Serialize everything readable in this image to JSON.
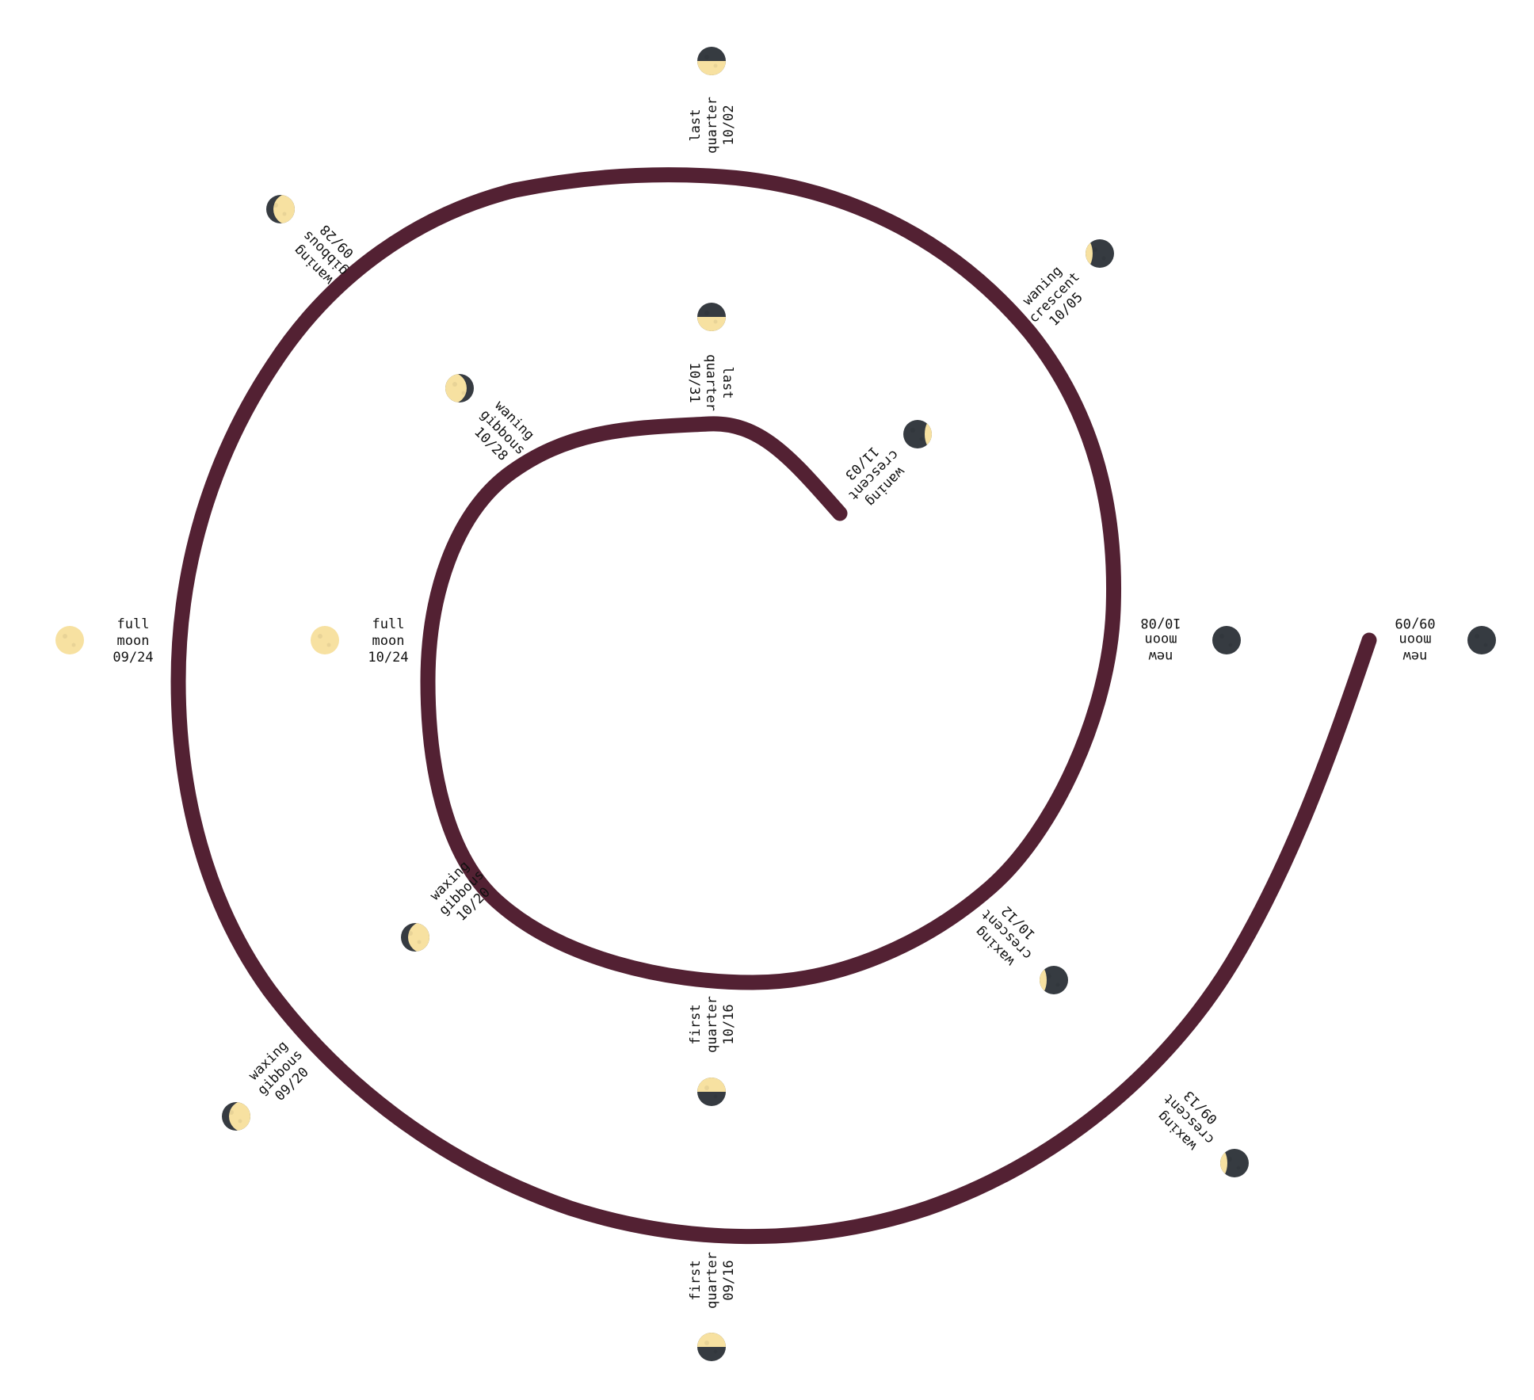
{
  "colors": {
    "spiral": "#532133",
    "moon_light": "#f7e1a1",
    "moon_dark": "#363b41",
    "text": "#111111"
  },
  "moon_phases": [
    {
      "phase": "new moon",
      "lines": [
        "new",
        "moon",
        "09/09"
      ],
      "lit": 0.0,
      "dir": "none",
      "label_rotation_deg": 180
    },
    {
      "phase": "waxing crescent",
      "lines": [
        "waxing",
        "crescent",
        "09/13"
      ],
      "lit": 0.25,
      "dir": "left",
      "label_rotation_deg": 225
    },
    {
      "phase": "first quarter",
      "lines": [
        "first",
        "quarter",
        "09/16"
      ],
      "lit": 0.5,
      "dir": "top",
      "label_rotation_deg": 270
    },
    {
      "phase": "waxing gibbous",
      "lines": [
        "waxing",
        "gibbous",
        "09/20"
      ],
      "lit": 0.75,
      "dir": "right",
      "label_rotation_deg": 315
    },
    {
      "phase": "full moon",
      "lines": [
        "full",
        "moon",
        "09/24"
      ],
      "lit": 1.0,
      "dir": "none",
      "label_rotation_deg": 0
    },
    {
      "phase": "waning gibbous",
      "lines": [
        "waning",
        "gibbous",
        "09/28"
      ],
      "lit": 0.75,
      "dir": "right",
      "label_rotation_deg": 225
    },
    {
      "phase": "last quarter",
      "lines": [
        "last",
        "quarter",
        "10/02"
      ],
      "lit": 0.5,
      "dir": "bottom",
      "label_rotation_deg": 270
    },
    {
      "phase": "waning crescent",
      "lines": [
        "waning",
        "crescent",
        "10/05"
      ],
      "lit": 0.25,
      "dir": "left",
      "label_rotation_deg": 315
    },
    {
      "phase": "new moon",
      "lines": [
        "new",
        "moon",
        "10/08"
      ],
      "lit": 0.0,
      "dir": "none",
      "label_rotation_deg": 180
    },
    {
      "phase": "waxing crescent",
      "lines": [
        "waxing",
        "crescent",
        "10/12"
      ],
      "lit": 0.25,
      "dir": "left",
      "label_rotation_deg": 225
    },
    {
      "phase": "first quarter",
      "lines": [
        "first",
        "quarter",
        "10/16"
      ],
      "lit": 0.5,
      "dir": "top",
      "label_rotation_deg": 270
    },
    {
      "phase": "waxing gibbous",
      "lines": [
        "waxing",
        "gibbous",
        "10/20"
      ],
      "lit": 0.75,
      "dir": "right",
      "label_rotation_deg": 315
    },
    {
      "phase": "full moon",
      "lines": [
        "full",
        "moon",
        "10/24"
      ],
      "lit": 1.0,
      "dir": "none",
      "label_rotation_deg": 0
    },
    {
      "phase": "waning gibbous",
      "lines": [
        "waning",
        "gibbous",
        "10/28"
      ],
      "lit": 0.75,
      "dir": "left",
      "label_rotation_deg": 45
    },
    {
      "phase": "last quarter",
      "lines": [
        "last",
        "quarter",
        "10/31"
      ],
      "lit": 0.5,
      "dir": "bottom",
      "label_rotation_deg": 90
    },
    {
      "phase": "waning crescent",
      "lines": [
        "waning",
        "crescent",
        "11/03"
      ],
      "lit": 0.25,
      "dir": "right",
      "label_rotation_deg": 135
    }
  ]
}
